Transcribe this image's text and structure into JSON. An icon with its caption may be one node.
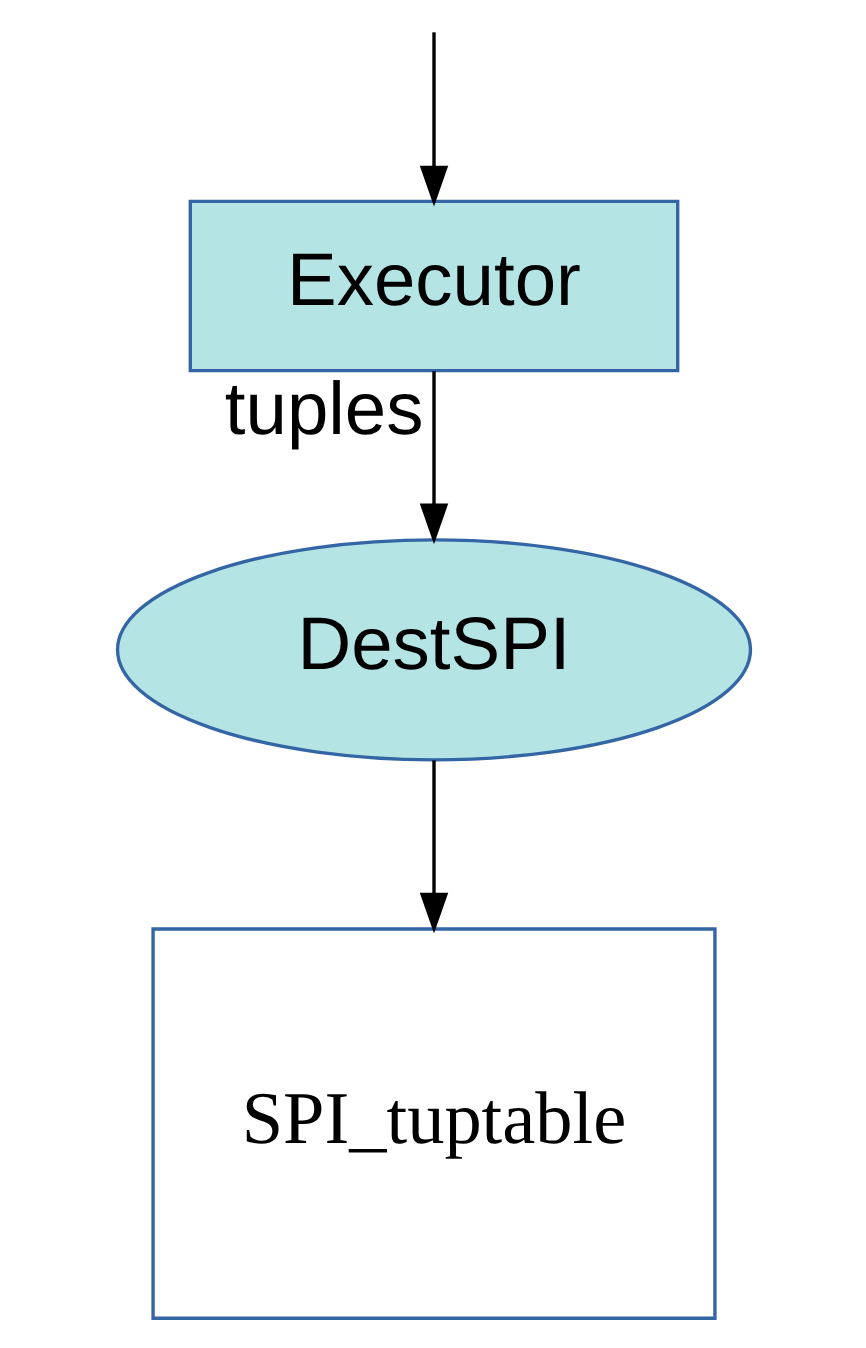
{
  "diagram": {
    "nodes": [
      {
        "text": [
          "Executor"
        ]
      },
      {
        "text": [
          "DestSPI"
        ]
      },
      {
        "text": [
          "SPI_tuptable"
        ]
      }
    ],
    "edges": [
      {
        "from": null,
        "to": 0,
        "arrow": "to"
      },
      {
        "from": 0,
        "to": 1,
        "arrow": "to",
        "label": "tuples"
      },
      {
        "from": 1,
        "to": 2,
        "arrow": "to"
      }
    ]
  }
}
